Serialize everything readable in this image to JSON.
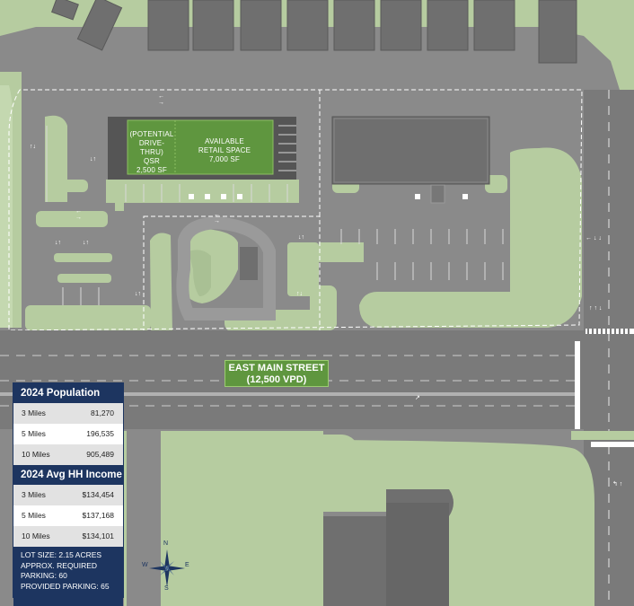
{
  "map": {
    "site_labels": {
      "qsr": "(POTENTIAL\nDRIVE-THRU)\nQSR\n2,500 SF",
      "retail": "AVAILABLE\nRETAIL SPACE\n7,000 SF"
    },
    "street_label": "EAST MAIN STREET\n(12,500 VPD)"
  },
  "stats": {
    "population": {
      "title": "2024 Population",
      "rows": [
        {
          "label": "3 Miles",
          "value": "81,270"
        },
        {
          "label": "5 Miles",
          "value": "196,535"
        },
        {
          "label": "10 Miles",
          "value": "905,489"
        }
      ]
    },
    "income": {
      "title": "2024 Avg HH Income",
      "rows": [
        {
          "label": "3 Miles",
          "value": "$134,454"
        },
        {
          "label": "5 Miles",
          "value": "$137,168"
        },
        {
          "label": "10 Miles",
          "value": "$134,101"
        }
      ]
    },
    "lot": {
      "size": "LOT SIZE: 2.15 ACRES",
      "required_1": "APPROX. REQUIRED",
      "required_2": "PARKING: 60",
      "provided": "PROVIDED PARKING: 65"
    }
  },
  "compass": {
    "n": "N",
    "s": "S",
    "e": "E",
    "w": "W"
  },
  "colors": {
    "grass": "#b6cca0",
    "asphalt": "#8a8a8a",
    "highlight": "#5f963f",
    "panel": "#1d3560"
  }
}
